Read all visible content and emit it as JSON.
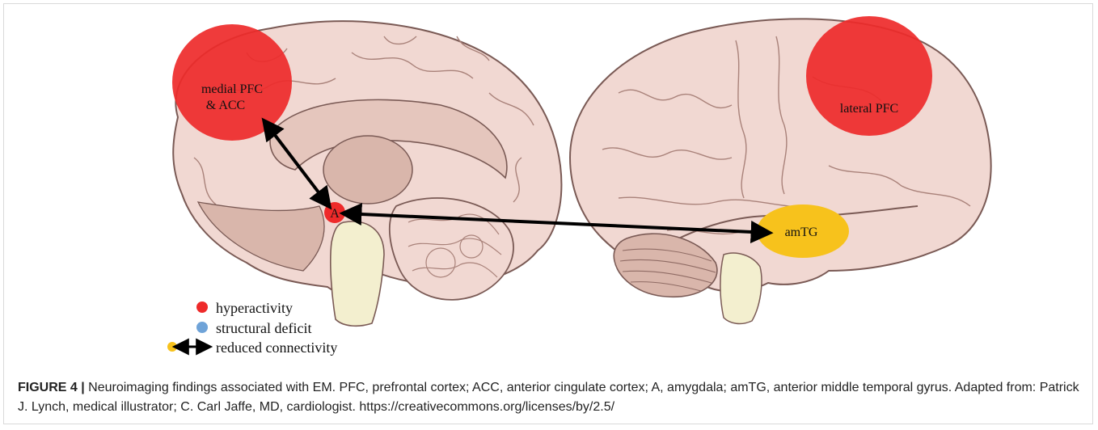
{
  "figure": {
    "region_labels": {
      "medial_pfc_line1": "medial PFC",
      "medial_pfc_line2": "& ACC",
      "lateral_pfc": "lateral PFC",
      "amygdala": "A",
      "amtg": "amTG"
    },
    "legend": {
      "hyperactivity": "hyperactivity",
      "structural_deficit": "structural deficit",
      "reduced_connectivity": "reduced connectivity"
    },
    "colors": {
      "hyperactivity": "#ee2a2a",
      "structural_deficit": "#6fa3d8",
      "reduced_connectivity": "#f7c21c",
      "brain_tissue": "#f1d8d2",
      "brain_outline": "#7a5a55",
      "brain_inner": "#d9b6ab",
      "brainstem": "#f3efcf",
      "arrow": "#000000"
    }
  },
  "caption": {
    "label": "FIGURE 4 |",
    "text": " Neuroimaging findings associated with EM. PFC, prefrontal cortex; ACC, anterior cingulate cortex; A, amygdala; amTG, anterior middle temporal gyrus. Adapted from: Patrick J. Lynch, medical illustrator; C. Carl Jaffe, MD, cardiologist. https://creativecommons.org/licenses/by/2.5/"
  }
}
